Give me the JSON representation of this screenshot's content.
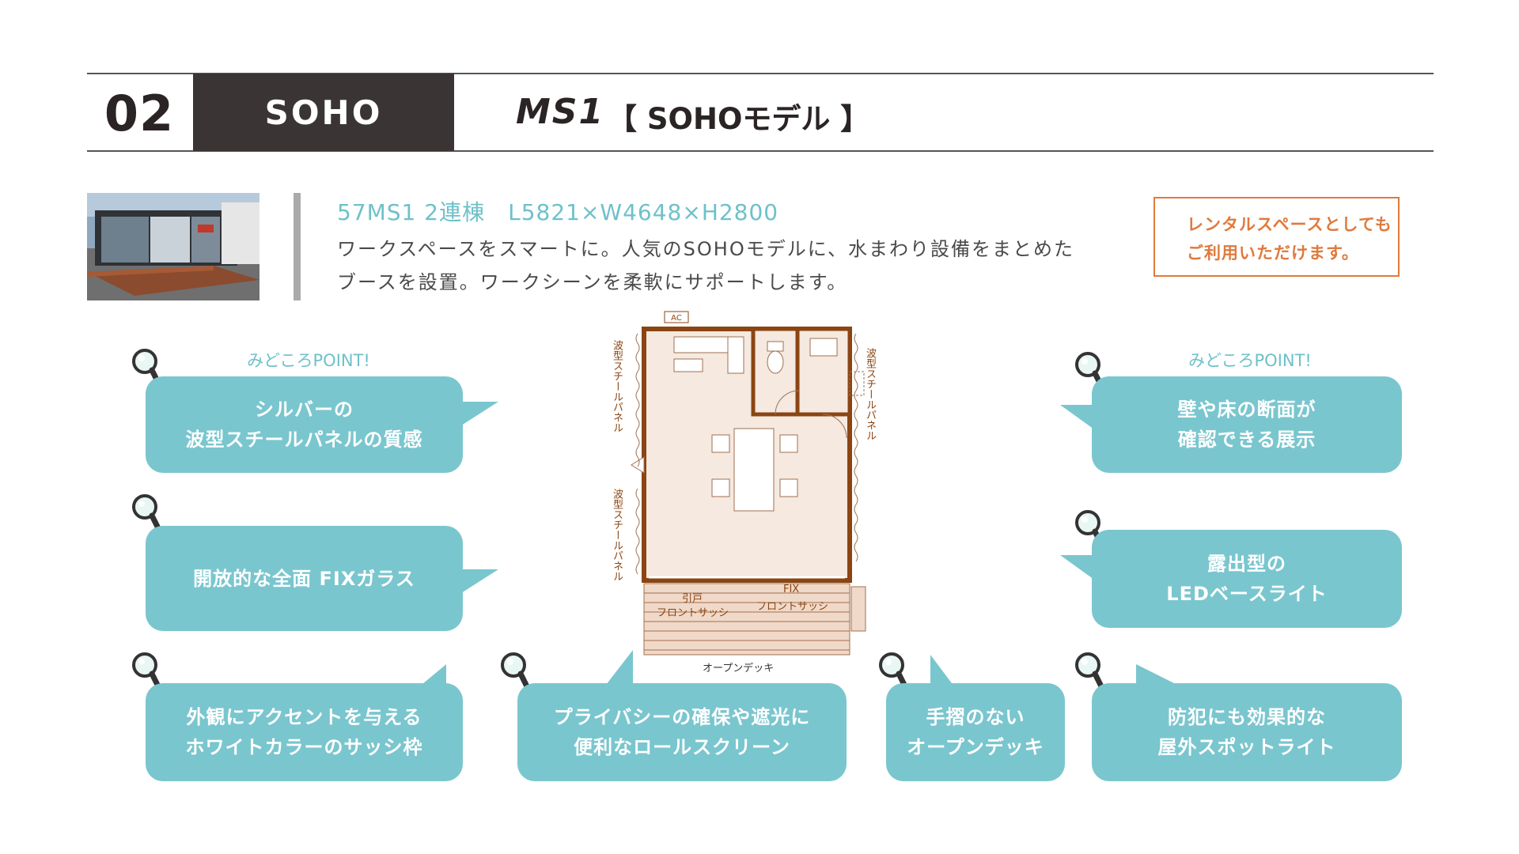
{
  "header": {
    "section_number": "02",
    "section_name": "SOHO",
    "model_code": "MS1",
    "model_name": "【 SOHOモデル 】"
  },
  "intro": {
    "spec": "57MS1 2連棟　L5821×W4648×H2800",
    "description_line1": "ワークスペースをスマートに。人気のSOHOモデルに、水まわり設備をまとめた",
    "description_line2": "ブースを設置。ワークシーンを柔軟にサポートします。",
    "rental_line1": "レンタルスペースとしても",
    "rental_line2": "ご利用いただけます。"
  },
  "points": {
    "label": "みどころPOINT!",
    "left1": [
      "シルバーの",
      "波型スチールパネルの質感"
    ],
    "left2": [
      "開放的な全面 FIXガラス"
    ],
    "left3": [
      "外観にアクセントを与える",
      "ホワイトカラーのサッシ枠"
    ],
    "bottom1": [
      "プライバシーの確保や遮光に",
      "便利なロールスクリーン"
    ],
    "bottom2": [
      "手摺のない",
      "オープンデッキ"
    ],
    "right1": [
      "壁や床の断面が",
      "確認できる展示"
    ],
    "right2": [
      "露出型の",
      "LEDベースライト"
    ],
    "right3": [
      "防犯にも効果的な",
      "屋外スポットライト"
    ]
  },
  "plan": {
    "ac": "AC",
    "panel_left_top": "波型スチールパネル",
    "panel_left_bottom": "波型スチールパネル",
    "panel_right": "波型スチールパネル",
    "sliding_label": "引戸",
    "sliding_sash": "フロントサッシ",
    "fix_label": "FIX",
    "fix_sash": "フロントサッシ",
    "deck": "オープンデッキ"
  },
  "colors": {
    "accent_teal": "#7ac6ce",
    "accent_orange": "#e07a3c",
    "header_dark": "#3b3435",
    "plan_wall": "#8b4513"
  }
}
